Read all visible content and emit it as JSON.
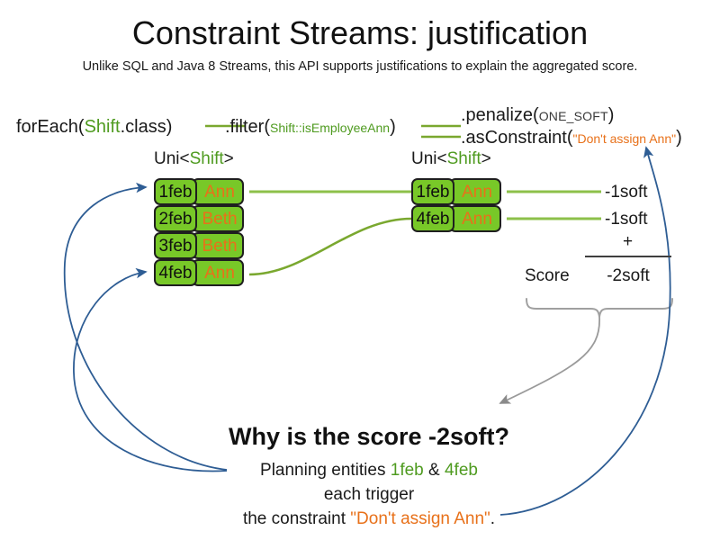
{
  "slide": {
    "title": "Constraint Streams: justification",
    "subtitle": "Unlike SQL and Java 8 Streams, this API supports justifications to explain the aggregated score."
  },
  "pipeline": {
    "foreach": {
      "call": "forEach(",
      "type": "Shift",
      "tail": ".class)"
    },
    "filter": {
      "call": ".filter(",
      "arg": "Shift::isEmployeeAnn",
      "tail": ")"
    },
    "penalize": {
      "call": ".penalize(",
      "arg": "ONE_SOFT",
      "tail": ")"
    },
    "as_constraint": {
      "call": ".asConstraint(",
      "arg": "\"Don't assign Ann\"",
      "tail": ")"
    }
  },
  "streams": [
    {
      "label_prefix": "Uni<",
      "label_type": "Shift",
      "label_suffix": ">",
      "rows": [
        {
          "date": "1feb",
          "employee": "Ann"
        },
        {
          "date": "2feb",
          "employee": "Beth"
        },
        {
          "date": "3feb",
          "employee": "Beth"
        },
        {
          "date": "4feb",
          "employee": "Ann"
        }
      ]
    },
    {
      "label_prefix": "Uni<",
      "label_type": "Shift",
      "label_suffix": ">",
      "rows": [
        {
          "date": "1feb",
          "employee": "Ann"
        },
        {
          "date": "4feb",
          "employee": "Ann"
        }
      ]
    }
  ],
  "score": {
    "impacts": [
      "-1soft",
      "-1soft"
    ],
    "operator": "+",
    "label": "Score",
    "total": "-2soft"
  },
  "explanation": {
    "heading": "Why is the score -2soft?",
    "line1_prefix": "Planning entities ",
    "line1_entity_a": "1feb",
    "line1_amp": " & ",
    "line1_entity_b": "4feb",
    "line2": "each trigger",
    "line3_prefix": "the constraint ",
    "line3_constraint": "\"Don't assign Ann\"",
    "line3_suffix": "."
  },
  "colors": {
    "fact_fill": "#78c828",
    "fact_border": "#1f1f1f",
    "type_green": "#4f9b20",
    "string_orange": "#e8711a",
    "wire_green": "#8dc04a",
    "arrow_blue": "#2e5d94",
    "brace_gray": "#8a8a8a"
  }
}
